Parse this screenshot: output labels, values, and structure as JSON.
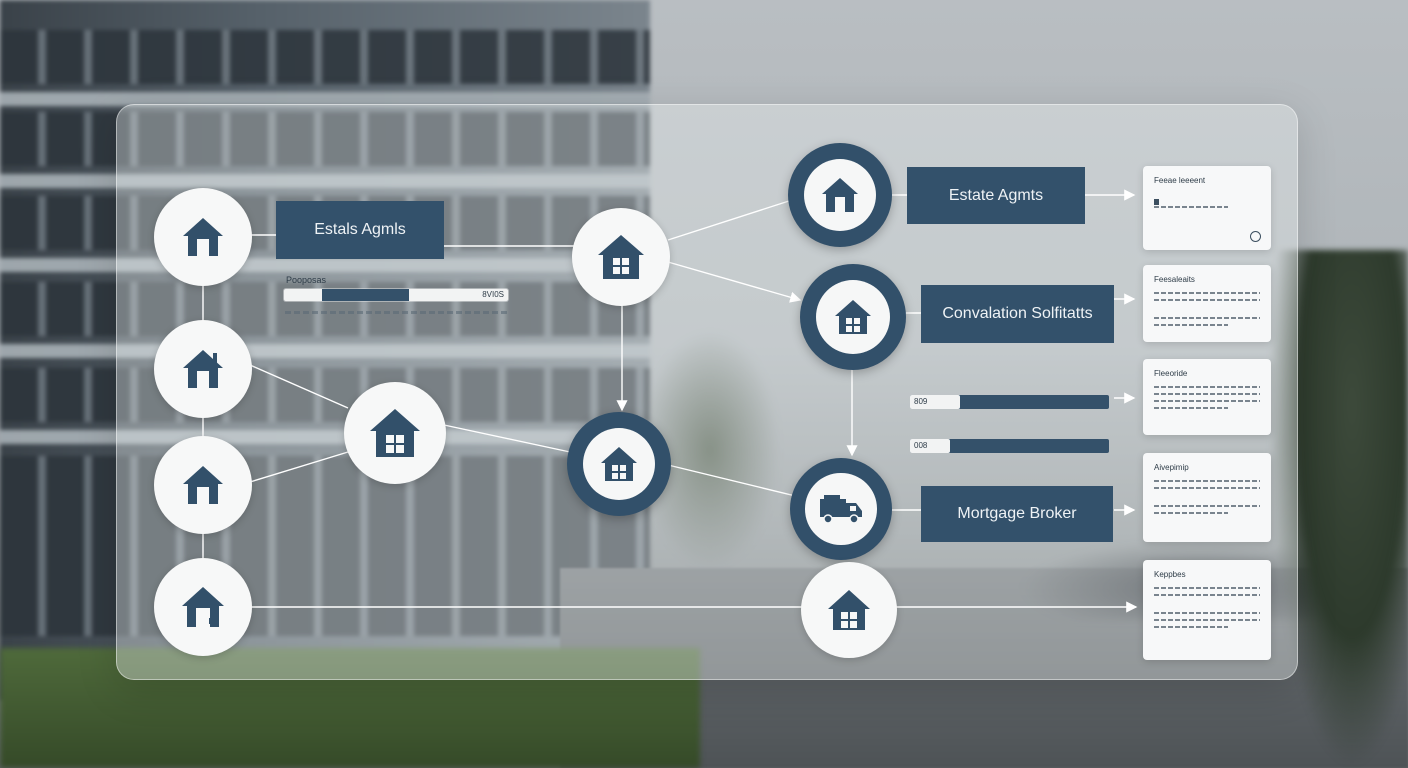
{
  "labels": {
    "estate_agents_left": "Estals Agmls",
    "estate_agents_right": "Estate Agmts",
    "conveyancing": "Convalation Solfitatts",
    "mortgage_broker": "Mortgage Broker"
  },
  "progress": {
    "label": "Pooposas",
    "value_text": "8VI0S",
    "fill_fraction": 0.6
  },
  "mid_bars": [
    {
      "text": "809",
      "fill_fraction": 0.75
    },
    {
      "text": "008",
      "fill_fraction": 0.8
    }
  ],
  "cards": [
    {
      "title": "Feeae leeeent"
    },
    {
      "title": "Feesaleaits"
    },
    {
      "title": "Fleeoride"
    },
    {
      "title": "Aivepimip"
    },
    {
      "title": "Keppbes"
    }
  ],
  "colors": {
    "accent": "#32506a",
    "node_light": "#f7f8f8",
    "card": "#f7f8f9"
  },
  "icons": {
    "house": "house-icon",
    "truck": "truck-icon"
  }
}
